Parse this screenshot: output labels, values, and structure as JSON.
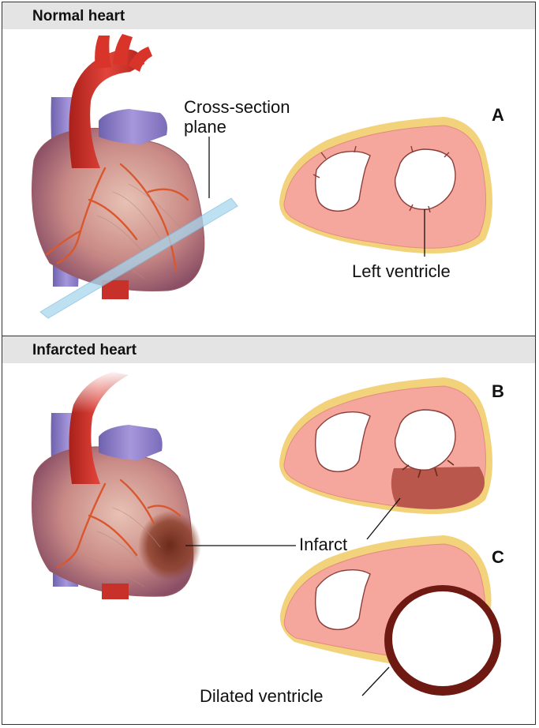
{
  "panels": {
    "normal": {
      "title": "Normal heart"
    },
    "infarcted": {
      "title": "Infarcted heart"
    }
  },
  "labels": {
    "cross_section_line1": "Cross-section",
    "cross_section_line2": "plane",
    "left_ventricle": "Left ventricle",
    "infarct": "Infarct",
    "dilated_ventricle": "Dilated ventricle"
  },
  "letters": {
    "a": "A",
    "b": "B",
    "c": "C"
  },
  "colors": {
    "myocardium": "#f5a79d",
    "epicardial_fat": "#f2d27a",
    "infarct_tissue": "#b9574c",
    "dilated_wall": "#6e1a12",
    "aorta": "#d8342a",
    "vena_cava": "#8f7fc9",
    "heart_body": "#c98a86",
    "plane": "#a9d7ee"
  }
}
